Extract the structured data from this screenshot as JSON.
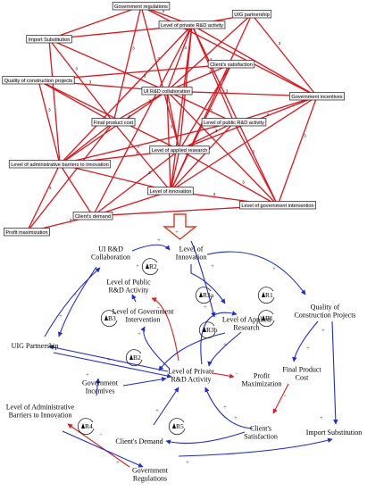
{
  "top_network": {
    "nodes": [
      {
        "id": "gov_reg",
        "label": "Government regulations"
      },
      {
        "id": "uig_p",
        "label": "UIG partnership"
      },
      {
        "id": "priv_rd",
        "label": "Level of private R&D activity"
      },
      {
        "id": "imp_sub",
        "label": "Import Substitution"
      },
      {
        "id": "cli_sat",
        "label": "Client's satisfaction"
      },
      {
        "id": "qual",
        "label": "Quality of construction projects"
      },
      {
        "id": "ui_rd",
        "label": "UI R&D collaboration"
      },
      {
        "id": "gov_inc",
        "label": "Government incentives"
      },
      {
        "id": "fin_cost",
        "label": "Final product cost"
      },
      {
        "id": "pub_rd",
        "label": "Level of public R&D activity"
      },
      {
        "id": "app_res",
        "label": "Level of applied research"
      },
      {
        "id": "admin",
        "label": "Level of administrative barriers to innovation"
      },
      {
        "id": "innov",
        "label": "Level of innovation"
      },
      {
        "id": "gov_int",
        "label": "Level of government intervention"
      },
      {
        "id": "cli_dem",
        "label": "Client's demand"
      },
      {
        "id": "profit",
        "label": "Profit maximization"
      }
    ],
    "edges": [
      [
        "gov_reg",
        "priv_rd"
      ],
      [
        "gov_reg",
        "imp_sub"
      ],
      [
        "gov_reg",
        "fin_cost"
      ],
      [
        "gov_reg",
        "gov_inc"
      ],
      [
        "gov_reg",
        "app_res"
      ],
      [
        "uig_p",
        "priv_rd"
      ],
      [
        "uig_p",
        "gov_inc"
      ],
      [
        "uig_p",
        "ui_rd"
      ],
      [
        "uig_p",
        "innov"
      ],
      [
        "priv_rd",
        "imp_sub"
      ],
      [
        "priv_rd",
        "ui_rd"
      ],
      [
        "priv_rd",
        "gov_inc"
      ],
      [
        "priv_rd",
        "pub_rd"
      ],
      [
        "priv_rd",
        "app_res"
      ],
      [
        "priv_rd",
        "admin"
      ],
      [
        "priv_rd",
        "cli_dem"
      ],
      [
        "priv_rd",
        "innov"
      ],
      [
        "imp_sub",
        "ui_rd"
      ],
      [
        "imp_sub",
        "fin_cost"
      ],
      [
        "imp_sub",
        "admin"
      ],
      [
        "cli_sat",
        "ui_rd"
      ],
      [
        "cli_sat",
        "app_res"
      ],
      [
        "cli_sat",
        "innov"
      ],
      [
        "cli_sat",
        "qual"
      ],
      [
        "qual",
        "ui_rd"
      ],
      [
        "qual",
        "fin_cost"
      ],
      [
        "qual",
        "admin"
      ],
      [
        "qual",
        "app_res"
      ],
      [
        "ui_rd",
        "gov_inc"
      ],
      [
        "ui_rd",
        "pub_rd"
      ],
      [
        "ui_rd",
        "fin_cost"
      ],
      [
        "ui_rd",
        "app_res"
      ],
      [
        "ui_rd",
        "innov"
      ],
      [
        "ui_rd",
        "gov_int"
      ],
      [
        "ui_rd",
        "admin"
      ],
      [
        "gov_inc",
        "pub_rd"
      ],
      [
        "gov_inc",
        "gov_int"
      ],
      [
        "gov_inc",
        "innov"
      ],
      [
        "gov_inc",
        "app_res"
      ],
      [
        "fin_cost",
        "admin"
      ],
      [
        "fin_cost",
        "innov"
      ],
      [
        "fin_cost",
        "profit"
      ],
      [
        "pub_rd",
        "app_res"
      ],
      [
        "pub_rd",
        "innov"
      ],
      [
        "pub_rd",
        "gov_int"
      ],
      [
        "pub_rd",
        "admin"
      ],
      [
        "app_res",
        "admin"
      ],
      [
        "app_res",
        "innov"
      ],
      [
        "app_res",
        "cli_dem"
      ],
      [
        "admin",
        "innov"
      ],
      [
        "admin",
        "profit"
      ],
      [
        "admin",
        "cli_dem"
      ],
      [
        "innov",
        "gov_int"
      ],
      [
        "innov",
        "cli_dem"
      ],
      [
        "cli_dem",
        "profit"
      ],
      [
        "gov_int",
        "cli_dem"
      ],
      [
        "gov_int",
        "app_res"
      ],
      [
        "gov_int",
        "priv_rd"
      ]
    ],
    "edge_weight_label": "3",
    "edge_color": "#e0141b"
  },
  "arrow_color": "#e03a1e",
  "cld": {
    "nodes": {
      "ui_rd": [
        "UI R&D",
        "Collaboration"
      ],
      "innov": [
        "Level of",
        "Innovation"
      ],
      "pub_rd": [
        "Level of Public",
        "R&D Activity"
      ],
      "qual": [
        "Quality of",
        "Construction Projects"
      ],
      "gov_int": [
        "Level of Government",
        "Intervention"
      ],
      "app_res": [
        "Level of Applied",
        "Research"
      ],
      "uig_p": [
        "UIG Partnership"
      ],
      "fin_cost": [
        "Final Product",
        "Cost"
      ],
      "priv_rd": [
        "Level of Private",
        "R&D Activity"
      ],
      "gov_inc": [
        "Government",
        "Incentives"
      ],
      "profit": [
        "Profit",
        "Maximization"
      ],
      "admin": [
        "Level of Administrative",
        "Barriers to Innovation"
      ],
      "cli_sat": [
        "Client's",
        "Satisfaction"
      ],
      "cli_dem": [
        "Client's Demand"
      ],
      "imp_sub": [
        "Import Substitution"
      ],
      "gov_reg": [
        "Government",
        "Regulations"
      ]
    },
    "loops": [
      "R2",
      "R3a",
      "R1",
      "B3",
      "B1",
      "R3b",
      "B2",
      "R4",
      "R5"
    ],
    "colors": {
      "reinforcing": "#1f2bd6",
      "negative": "#e01b1b"
    }
  }
}
